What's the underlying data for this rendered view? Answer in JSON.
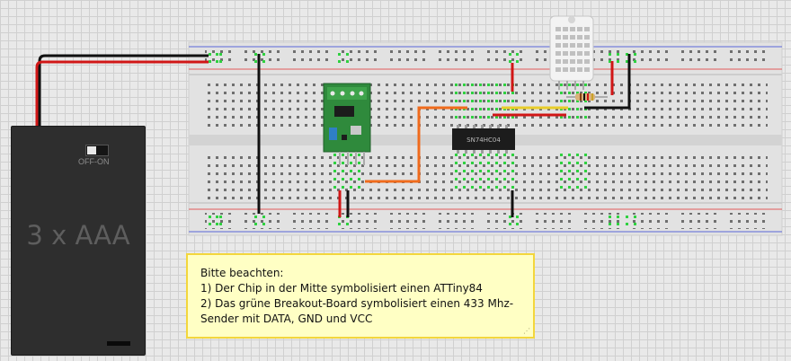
{
  "battery": {
    "label": "3 x AAA",
    "switch_label": "OFF-ON"
  },
  "chip": {
    "label": "SN74HC04"
  },
  "note": {
    "lines": [
      "Bitte beachten:",
      "1) Der Chip in der Mitte symbolisiert einen ATTiny84",
      "2) Das grüne Breakout-Board symbolisiert einen 433 Mhz-",
      "Sender mit DATA, GND und VCC"
    ]
  },
  "colors": {
    "breadboard": "#e2e2e2",
    "rail_red": "#e25b5b",
    "rail_blue": "#5b67d8",
    "hole_green": "#2fd140",
    "wire_red": "#d11616",
    "wire_black": "#111111",
    "wire_orange": "#f06b1c",
    "wire_yellow": "#e9cd2a",
    "board_green": "#2f8a3c",
    "note_fill": "#ffffc4",
    "note_border": "#f3d63c"
  }
}
